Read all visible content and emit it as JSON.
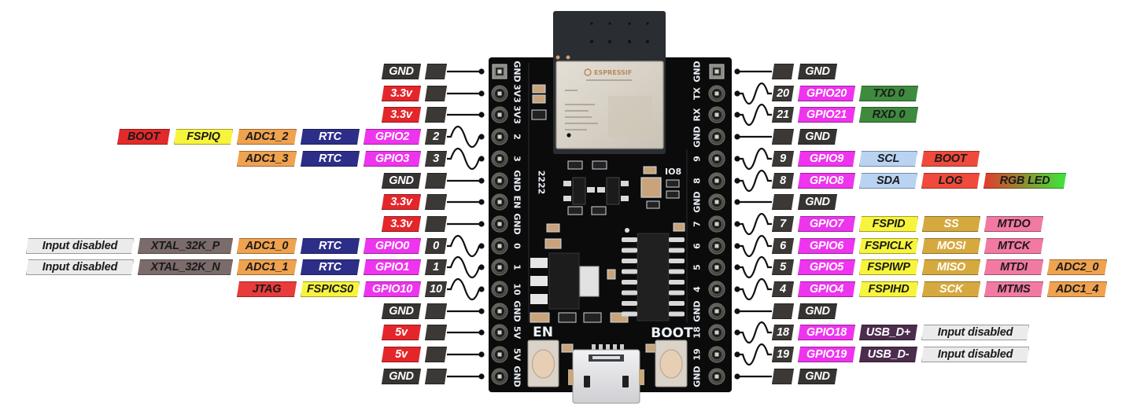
{
  "palette": {
    "gnd": {
      "bg": "#363433",
      "fg": "#ffffff"
    },
    "vcc": {
      "bg": "#e4262b",
      "fg": "#ffffff"
    },
    "num": {
      "bg": "#3b3836",
      "fg": "#ffffff"
    },
    "gpio": {
      "bg": "#ee34ee",
      "fg": "#ffffff"
    },
    "rtc": {
      "bg": "#2c2e87",
      "fg": "#ffffff"
    },
    "adc": {
      "bg": "#f0a24e",
      "fg": "#1a1a1a"
    },
    "fspi": {
      "bg": "#f7f43c",
      "fg": "#1a1a1a"
    },
    "boot": {
      "bg": "#e32a2a",
      "fg": "#1a1a1a"
    },
    "jtag": {
      "bg": "#e93b3b",
      "fg": "#1a1a1a"
    },
    "xtal": {
      "bg": "#7b6b6b",
      "fg": "#1a1a1a"
    },
    "disabled": {
      "bg": "#ebebeb",
      "fg": "#1a1a1a"
    },
    "uart": {
      "bg": "#3e8a3e",
      "fg": "#1a1a1a"
    },
    "i2c": {
      "bg": "#b9d3f2",
      "fg": "#1a1a1a"
    },
    "strap": {
      "bg": "#ef4a3c",
      "fg": "#1a1a1a"
    },
    "rgb": {
      "bg": "#e23a2a",
      "bg2": "#3ae83a",
      "fg": "#1a1a1a"
    },
    "spi": {
      "bg": "#d6a93f",
      "fg": "#ffffff"
    },
    "mtjtag": {
      "bg": "#f27aa2",
      "fg": "#1a1a1a"
    },
    "usb": {
      "bg": "#4c2d4d",
      "fg": "#ffffff"
    },
    "wire": "#111111"
  },
  "left_pins": [
    {
      "number": "",
      "silkscreen": "GND",
      "connector": "line",
      "pad": "square",
      "labels": [
        {
          "text": "GND",
          "type": "gnd"
        }
      ]
    },
    {
      "number": "",
      "silkscreen": "3V3",
      "connector": "line",
      "labels": [
        {
          "text": "3.3v",
          "type": "vcc"
        }
      ]
    },
    {
      "number": "",
      "silkscreen": "3V3",
      "connector": "line",
      "labels": [
        {
          "text": "3.3v",
          "type": "vcc"
        }
      ]
    },
    {
      "number": "2",
      "silkscreen": "2",
      "connector": "wave",
      "labels": [
        {
          "text": "GPIO2",
          "type": "gpio"
        },
        {
          "text": "RTC",
          "type": "rtc"
        },
        {
          "text": "ADC1_2",
          "type": "adc"
        },
        {
          "text": "FSPIQ",
          "type": "fspi"
        },
        {
          "text": "BOOT",
          "type": "boot"
        }
      ]
    },
    {
      "number": "3",
      "silkscreen": "3",
      "connector": "wave",
      "labels": [
        {
          "text": "GPIO3",
          "type": "gpio"
        },
        {
          "text": "RTC",
          "type": "rtc"
        },
        {
          "text": "ADC1_3",
          "type": "adc"
        }
      ]
    },
    {
      "number": "",
      "silkscreen": "GND",
      "connector": "line",
      "labels": [
        {
          "text": "GND",
          "type": "gnd"
        }
      ]
    },
    {
      "number": "",
      "silkscreen": "EN",
      "connector": "line",
      "labels": [
        {
          "text": "3.3v",
          "type": "vcc"
        }
      ]
    },
    {
      "number": "",
      "silkscreen": "GND",
      "connector": "line",
      "labels": [
        {
          "text": "3.3v",
          "type": "vcc"
        }
      ]
    },
    {
      "number": "0",
      "silkscreen": "0",
      "connector": "wave",
      "labels": [
        {
          "text": "GPIO0",
          "type": "gpio"
        },
        {
          "text": "RTC",
          "type": "rtc"
        },
        {
          "text": "ADC1_0",
          "type": "adc"
        },
        {
          "text": "XTAL_32K_P",
          "type": "xtal"
        },
        {
          "text": "Input disabled",
          "type": "disabled"
        }
      ]
    },
    {
      "number": "1",
      "silkscreen": "1",
      "connector": "wave",
      "labels": [
        {
          "text": "GPIO1",
          "type": "gpio"
        },
        {
          "text": "RTC",
          "type": "rtc"
        },
        {
          "text": "ADC1_1",
          "type": "adc"
        },
        {
          "text": "XTAL_32K_N",
          "type": "xtal"
        },
        {
          "text": "Input disabled",
          "type": "disabled"
        }
      ]
    },
    {
      "number": "10",
      "silkscreen": "10",
      "connector": "wave",
      "labels": [
        {
          "text": "GPIO10",
          "type": "gpio"
        },
        {
          "text": "FSPICS0",
          "type": "fspi"
        },
        {
          "text": "JTAG",
          "type": "jtag"
        }
      ]
    },
    {
      "number": "",
      "silkscreen": "GND",
      "connector": "line",
      "labels": [
        {
          "text": "GND",
          "type": "gnd"
        }
      ]
    },
    {
      "number": "",
      "silkscreen": "5V",
      "connector": "line",
      "labels": [
        {
          "text": "5v",
          "type": "vcc"
        }
      ]
    },
    {
      "number": "",
      "silkscreen": "5V",
      "connector": "line",
      "labels": [
        {
          "text": "5v",
          "type": "vcc"
        }
      ]
    },
    {
      "number": "",
      "silkscreen": "GND",
      "connector": "line",
      "labels": [
        {
          "text": "GND",
          "type": "gnd"
        }
      ]
    }
  ],
  "right_pins": [
    {
      "number": "",
      "silkscreen": "GND",
      "connector": "line",
      "pad": "square",
      "labels": [
        {
          "text": "GND",
          "type": "gnd"
        }
      ]
    },
    {
      "number": "20",
      "silkscreen": "TX",
      "connector": "wave",
      "labels": [
        {
          "text": "GPIO20",
          "type": "gpio"
        },
        {
          "text": "TXD 0",
          "type": "uart"
        }
      ]
    },
    {
      "number": "21",
      "silkscreen": "RX",
      "connector": "wave",
      "labels": [
        {
          "text": "GPIO21",
          "type": "gpio"
        },
        {
          "text": "RXD 0",
          "type": "uart"
        }
      ]
    },
    {
      "number": "",
      "silkscreen": "GND",
      "connector": "line",
      "labels": [
        {
          "text": "GND",
          "type": "gnd"
        }
      ]
    },
    {
      "number": "9",
      "silkscreen": "9",
      "connector": "wave",
      "labels": [
        {
          "text": "GPIO9",
          "type": "gpio"
        },
        {
          "text": "SCL",
          "type": "i2c"
        },
        {
          "text": "BOOT",
          "type": "strap"
        }
      ]
    },
    {
      "number": "8",
      "silkscreen": "8",
      "connector": "wave",
      "labels": [
        {
          "text": "GPIO8",
          "type": "gpio"
        },
        {
          "text": "SDA",
          "type": "i2c"
        },
        {
          "text": "LOG",
          "type": "strap"
        },
        {
          "text": "RGB LED",
          "type": "rgb"
        }
      ]
    },
    {
      "number": "",
      "silkscreen": "GND",
      "connector": "line",
      "labels": [
        {
          "text": "GND",
          "type": "gnd"
        }
      ]
    },
    {
      "number": "7",
      "silkscreen": "7",
      "connector": "wave",
      "labels": [
        {
          "text": "GPIO7",
          "type": "gpio"
        },
        {
          "text": "FSPID",
          "type": "fspi"
        },
        {
          "text": "SS",
          "type": "spi"
        },
        {
          "text": "MTDO",
          "type": "mtjtag"
        }
      ]
    },
    {
      "number": "6",
      "silkscreen": "6",
      "connector": "wave",
      "labels": [
        {
          "text": "GPIO6",
          "type": "gpio"
        },
        {
          "text": "FSPICLK",
          "type": "fspi"
        },
        {
          "text": "MOSI",
          "type": "spi"
        },
        {
          "text": "MTCK",
          "type": "mtjtag"
        }
      ]
    },
    {
      "number": "5",
      "silkscreen": "5",
      "connector": "wave",
      "labels": [
        {
          "text": "GPIO5",
          "type": "gpio"
        },
        {
          "text": "FSPIWP",
          "type": "fspi"
        },
        {
          "text": "MISO",
          "type": "spi"
        },
        {
          "text": "MTDI",
          "type": "mtjtag"
        },
        {
          "text": "ADC2_0",
          "type": "adc"
        }
      ]
    },
    {
      "number": "4",
      "silkscreen": "4",
      "connector": "wave",
      "labels": [
        {
          "text": "GPIO4",
          "type": "gpio"
        },
        {
          "text": "FSPIHD",
          "type": "fspi"
        },
        {
          "text": "SCK",
          "type": "spi"
        },
        {
          "text": "MTMS",
          "type": "mtjtag"
        },
        {
          "text": "ADC1_4",
          "type": "adc"
        }
      ]
    },
    {
      "number": "",
      "silkscreen": "GND",
      "connector": "line",
      "labels": [
        {
          "text": "GND",
          "type": "gnd"
        }
      ]
    },
    {
      "number": "18",
      "silkscreen": "18",
      "connector": "wave",
      "labels": [
        {
          "text": "GPIO18",
          "type": "gpio"
        },
        {
          "text": "USB_D+",
          "type": "usb"
        },
        {
          "text": "Input disabled",
          "type": "disabled"
        }
      ]
    },
    {
      "number": "19",
      "silkscreen": "19",
      "connector": "wave",
      "labels": [
        {
          "text": "GPIO19",
          "type": "gpio"
        },
        {
          "text": "USB_D-",
          "type": "usb"
        },
        {
          "text": "Input disabled",
          "type": "disabled"
        }
      ]
    },
    {
      "number": "",
      "silkscreen": "GND",
      "connector": "line",
      "labels": [
        {
          "text": "GND",
          "type": "gnd"
        }
      ]
    }
  ],
  "board": {
    "module_logo": "ESPRESSIF",
    "button_en": "EN",
    "button_boot": "BOOT",
    "led_label": "IO8",
    "marking": "2222"
  }
}
